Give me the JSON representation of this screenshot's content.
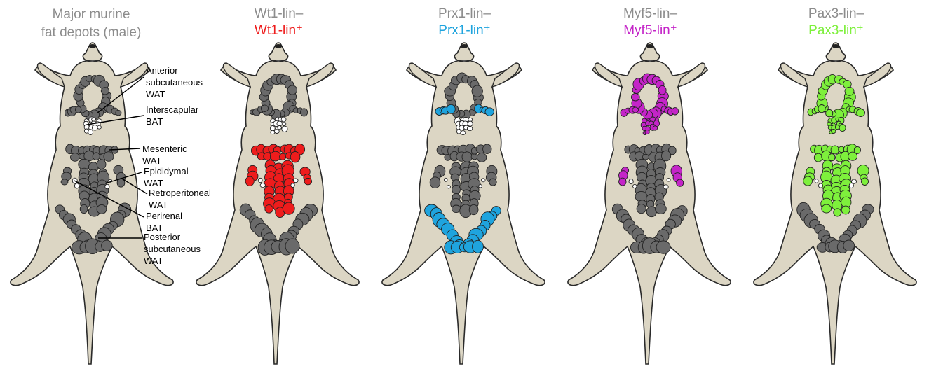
{
  "panels": [
    {
      "id": "overview",
      "title_lines": [
        "Major murine",
        "fat depots (male)"
      ]
    },
    {
      "id": "wt1",
      "neg_label": "Wt1-lin–",
      "pos_label": "Wt1-lin⁺",
      "color": "#ee1c1c",
      "highlight": "visceral"
    },
    {
      "id": "prx1",
      "neg_label": "Prx1-lin–",
      "pos_label": "Prx1-lin⁺",
      "color": "#1fa4de",
      "highlight": "subcutaneous"
    },
    {
      "id": "myf5",
      "neg_label": "Myf5-lin–",
      "pos_label": "Myf5-lin⁺",
      "color": "#c425c8",
      "highlight": "anterior-retro"
    },
    {
      "id": "pax3",
      "neg_label": "Pax3-lin–",
      "pos_label": "Pax3-lin⁺",
      "color": "#7ef03c",
      "highlight": "anterior-visceral"
    }
  ],
  "depot_labels": {
    "anterior_wat": [
      "Anterior",
      "subcutaneous WAT"
    ],
    "interscapular_bat": [
      "Interscapular",
      "BAT"
    ],
    "mesenteric": [
      "Mesenteric WAT"
    ],
    "epididymal": [
      "Epididymal WAT"
    ],
    "retroperitoneal": [
      "Retroperitoneal WAT"
    ],
    "perirenal": [
      "Perirenal BAT"
    ],
    "posterior_wat": [
      "Posterior",
      "subcutaneous WAT"
    ]
  },
  "colors": {
    "body": "#dcd6c4",
    "outline": "#2a2a2a",
    "depot_gray": "#6a6a6a",
    "bat_white": "#ffffff"
  }
}
